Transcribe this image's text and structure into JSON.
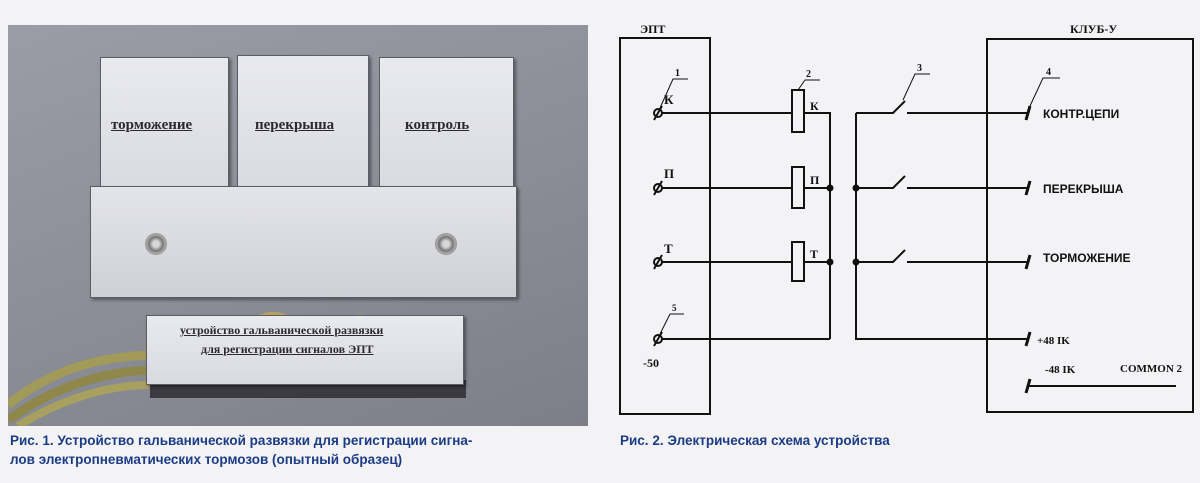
{
  "figure1": {
    "photo_labels": {
      "box_left": "торможение",
      "box_middle": "перекрыша",
      "box_right": "контроль",
      "bottom_line1": "устройство гальванической развязки",
      "bottom_line2": "для регистрации сигналов ЭПТ"
    },
    "caption_line1": "Рис. 1. Устройство гальванической развязки для регистрации сигна-",
    "caption_line2": "лов электропневматических тормозов (опытный образец)"
  },
  "figure2": {
    "left_block": "ЭПТ",
    "right_block": "КЛУБ-У",
    "callouts": [
      "1",
      "2",
      "3",
      "4",
      "5"
    ],
    "inputs": [
      "К",
      "П",
      "Т",
      "-50"
    ],
    "relays": [
      "К",
      "П",
      "Т"
    ],
    "outputs": [
      "КОНТР.ЦЕПИ",
      "ПЕРЕКРЫША",
      "ТОРМОЖЕНИЕ",
      "+48 IK",
      "-48 IK",
      "COMMON 2"
    ],
    "caption": "Рис. 2. Электрическая схема устройства"
  }
}
